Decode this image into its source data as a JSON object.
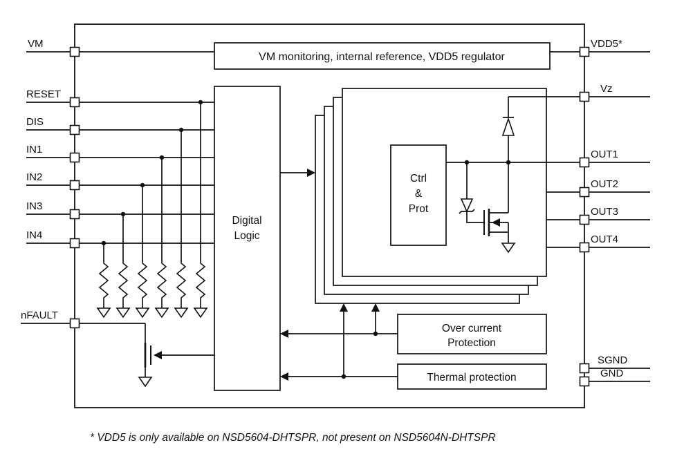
{
  "diagram": {
    "pins": {
      "left": [
        {
          "label": "VM"
        },
        {
          "label": "RESET"
        },
        {
          "label": "DIS"
        },
        {
          "label": "IN1"
        },
        {
          "label": "IN2"
        },
        {
          "label": "IN3"
        },
        {
          "label": "IN4"
        },
        {
          "label": "nFAULT"
        }
      ],
      "right": [
        {
          "label": "VDD5*"
        },
        {
          "label": "Vz"
        },
        {
          "label": "OUT1"
        },
        {
          "label": "OUT2"
        },
        {
          "label": "OUT3"
        },
        {
          "label": "OUT4"
        },
        {
          "label": "SGND"
        },
        {
          "label": "GND"
        }
      ]
    },
    "blocks": {
      "vm_monitor": "VM monitoring, internal reference, VDD5 regulator",
      "digital_logic_line1": "Digital",
      "digital_logic_line2": "Logic",
      "ctrl_prot_line1": "Ctrl",
      "ctrl_prot_line2": "&",
      "ctrl_prot_line3": "Prot",
      "over_current_line1": "Over current",
      "over_current_line2": "Protection",
      "thermal": "Thermal protection"
    },
    "footnote": "* VDD5 is only available on NSD5604-DHTSPR, not present on NSD5604N-DHTSPR",
    "colors": {
      "line": "#111111",
      "background": "#ffffff"
    }
  }
}
